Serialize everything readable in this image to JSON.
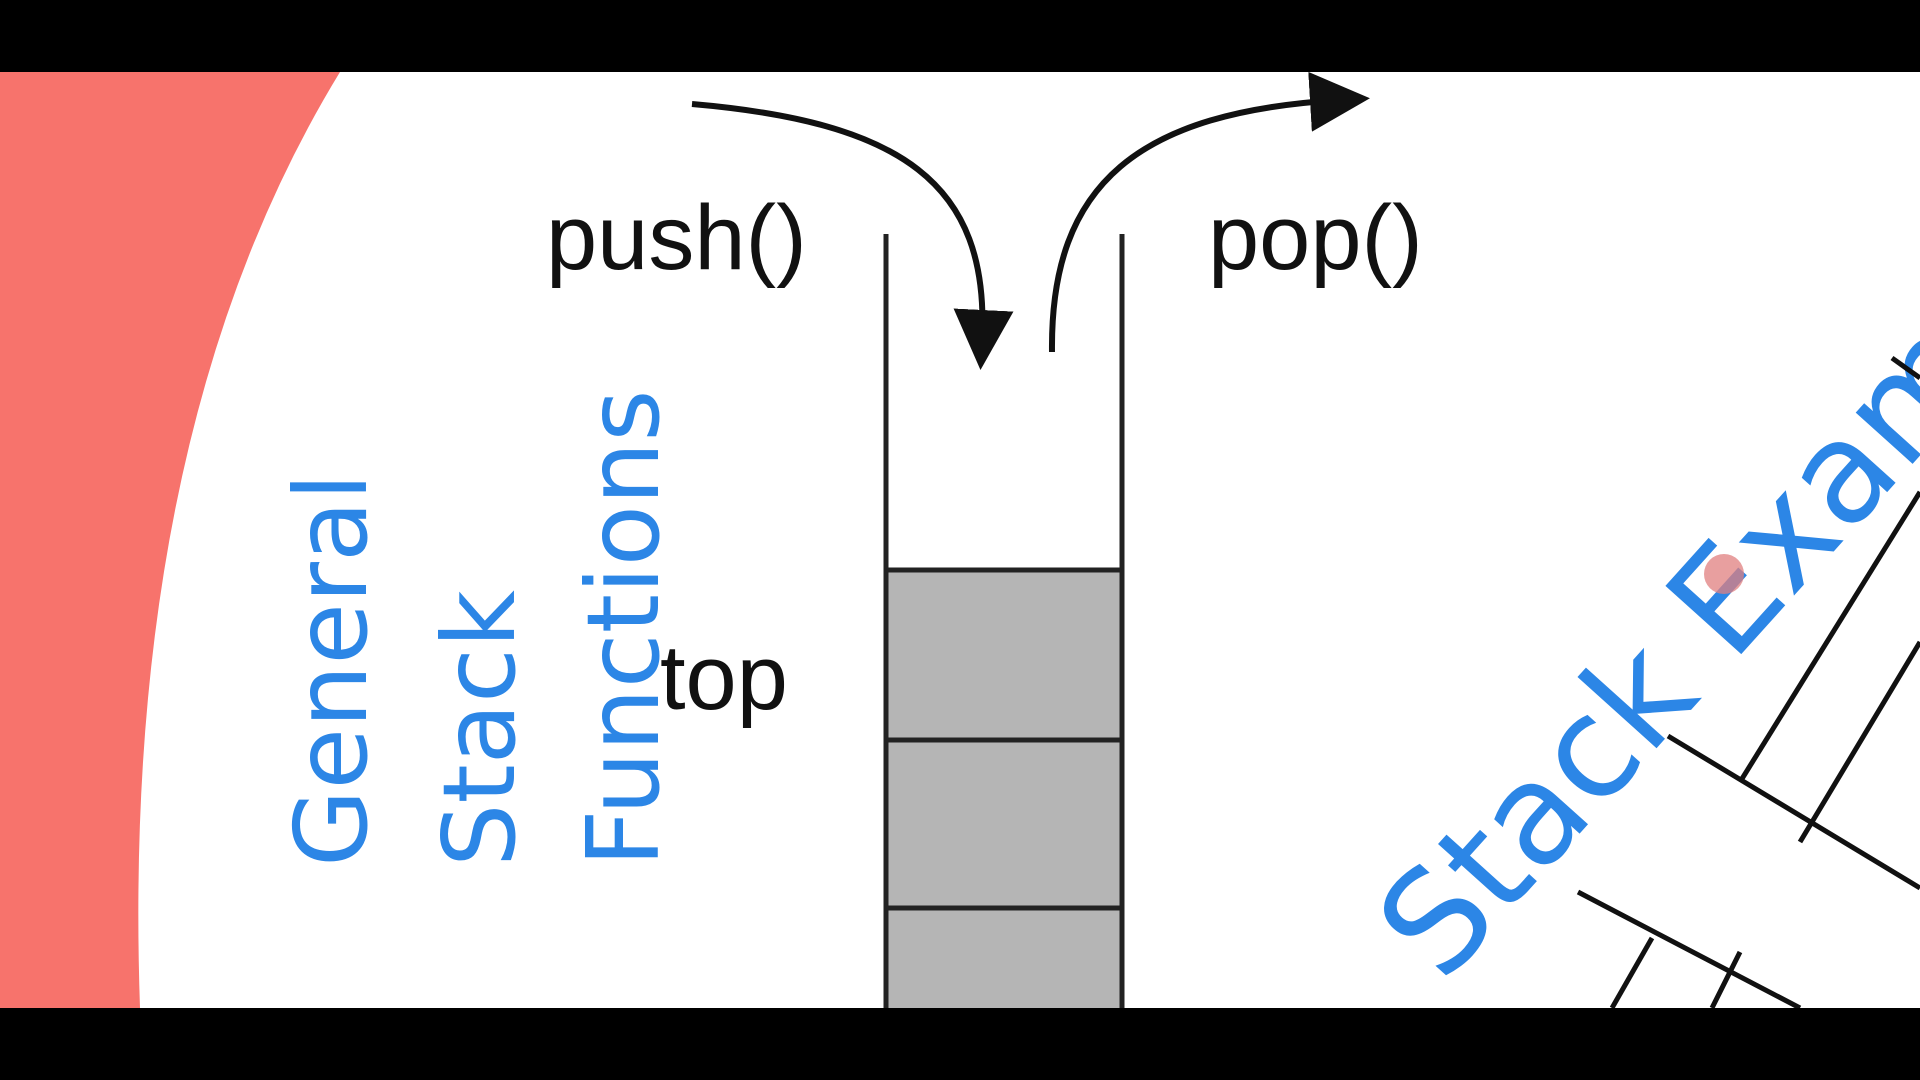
{
  "colors": {
    "accent_blue": "#2c86e6",
    "coral_arc": "#f7736c",
    "stack_fill": "#b5b5b5",
    "cursor_dot": "#e07f7f"
  },
  "labels": {
    "push": "push()",
    "pop": "pop()",
    "top": "top"
  },
  "left_panel": {
    "title_lines": [
      "General",
      "Stack",
      "Functions"
    ]
  },
  "right_panel": {
    "title": "Stack Exampl"
  },
  "stack": {
    "filled_slots": 3
  }
}
